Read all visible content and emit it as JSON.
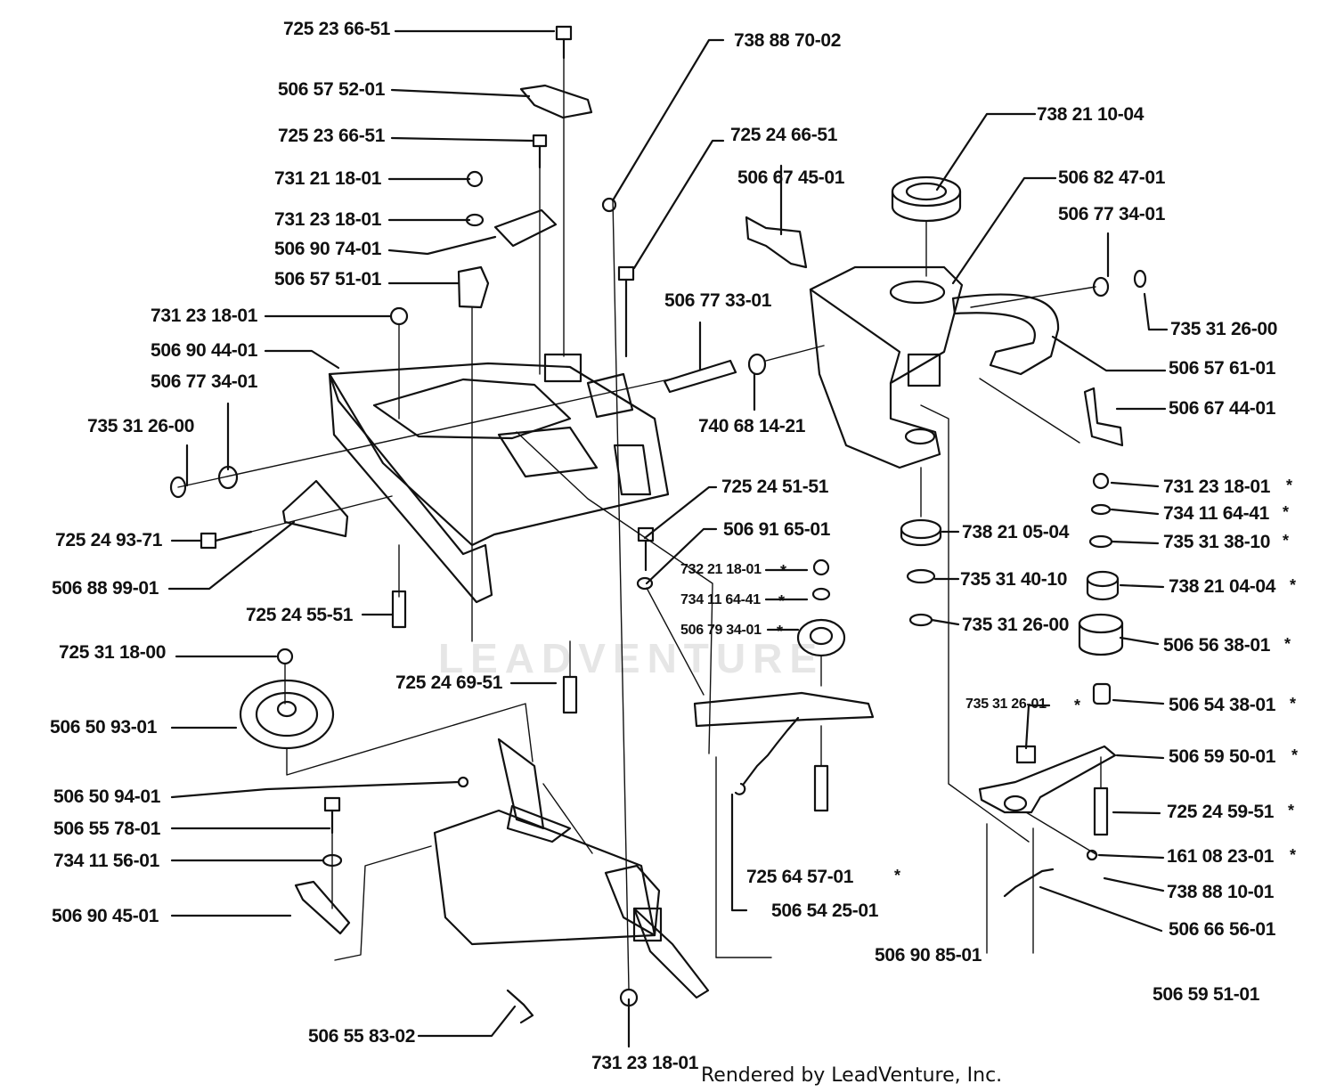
{
  "watermark": "LEADVENTURE",
  "footer": "Rendered by LeadVenture, Inc.",
  "star": "*",
  "labels": [
    {
      "text": "725 23 66-51"
    },
    {
      "text": "506 57 52-01"
    },
    {
      "text": "725 23 66-51"
    },
    {
      "text": "731 21 18-01"
    },
    {
      "text": "731 23 18-01"
    },
    {
      "text": "506 90 74-01"
    },
    {
      "text": "506 57 51-01"
    },
    {
      "text": "731 23 18-01"
    },
    {
      "text": "506 90 44-01"
    },
    {
      "text": "506 77 34-01"
    },
    {
      "text": "735 31 26-00"
    },
    {
      "text": "725 24 93-71"
    },
    {
      "text": "506 88 99-01"
    },
    {
      "text": "725 24 55-51"
    },
    {
      "text": "725 31 18-00"
    },
    {
      "text": "506 50 93-01"
    },
    {
      "text": "506 50 94-01"
    },
    {
      "text": "506 55 78-01"
    },
    {
      "text": "734 11 56-01"
    },
    {
      "text": "506 90 45-01"
    },
    {
      "text": "506 55 83-02"
    },
    {
      "text": "731 23 18-01"
    },
    {
      "text": "738 88 70-02"
    },
    {
      "text": "725 24 66-51"
    },
    {
      "text": "506 77 33-01"
    },
    {
      "text": "740 68 14-21"
    },
    {
      "text": "725 24 51-51"
    },
    {
      "text": "506 91 65-01"
    },
    {
      "text": "732 21 18-01",
      "starred": true,
      "small": true
    },
    {
      "text": "734 11 64-41",
      "starred": true,
      "small": true
    },
    {
      "text": "506 79 34-01",
      "starred": true,
      "small": true
    },
    {
      "text": "725 24 69-51"
    },
    {
      "text": "725 64 57-01",
      "starred": true
    },
    {
      "text": "506 54 25-01"
    },
    {
      "text": "506 67 45-01"
    },
    {
      "text": "738 21 10-04"
    },
    {
      "text": "506 82 47-01"
    },
    {
      "text": "506 77 34-01"
    },
    {
      "text": "735 31 26-00"
    },
    {
      "text": "506 57 61-01"
    },
    {
      "text": "506 67 44-01"
    },
    {
      "text": "738 21 05-04"
    },
    {
      "text": "735 31 40-10"
    },
    {
      "text": "735 31 26-00"
    },
    {
      "text": "731 23 18-01",
      "starred": true
    },
    {
      "text": "734 11 64-41",
      "starred": true
    },
    {
      "text": "735 31 38-10",
      "starred": true
    },
    {
      "text": "738 21 04-04",
      "starred": true
    },
    {
      "text": "506 56 38-01",
      "starred": true
    },
    {
      "text": "735 31 26-01",
      "starred": true,
      "small": true
    },
    {
      "text": "506 54 38-01",
      "starred": true
    },
    {
      "text": "506 59 50-01",
      "starred": true
    },
    {
      "text": "725 24 59-51",
      "starred": true
    },
    {
      "text": "161 08 23-01",
      "starred": true
    },
    {
      "text": "738 88 10-01"
    },
    {
      "text": "506 66 56-01"
    },
    {
      "text": "506 90 85-01"
    },
    {
      "text": "506 59 51-01"
    }
  ]
}
